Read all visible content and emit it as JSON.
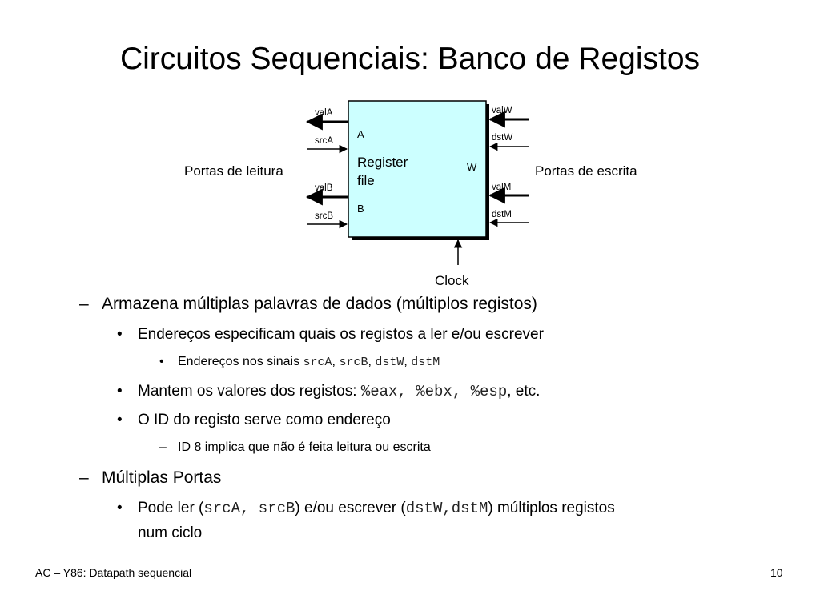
{
  "slide": {
    "title": "Circuitos Sequenciais: Banco de Registos"
  },
  "diagram": {
    "block_text_line1": "Register",
    "block_text_line2": "file",
    "port_a": "A",
    "port_b": "B",
    "port_w": "W",
    "left_signals": {
      "valA": "valA",
      "srcA": "srcA",
      "valB": "valB",
      "srcB": "srcB"
    },
    "right_signals": {
      "valW": "valW",
      "dstW": "dstW",
      "valM": "valM",
      "dstM": "dstM"
    },
    "read_ports_label": "Portas de leitura",
    "write_ports_label": "Portas de escrita",
    "clock_label": "Clock",
    "block_fill": "#ccffff"
  },
  "bullets": {
    "b1_dash": "–",
    "b1": "Armazena múltiplas palavras de dados (múltiplos registos)",
    "b2_dot": "•",
    "b2": "Endereços especificam quais os registos a ler e/ou escrever",
    "b3_dot": "•",
    "b3_text": "Endereços nos sinais ",
    "b3_c1": "srcA",
    "b3_s1": ", ",
    "b3_c2": "srcB",
    "b3_s2": ", ",
    "b3_c3": "dstW",
    "b3_s3": ", ",
    "b3_c4": "dstM",
    "b4_dot": "•",
    "b4_text": "Mantem os valores dos registos: ",
    "b4_code": "%eax, %ebx, %esp",
    "b4_tail": ", etc.",
    "b5_dot": "•",
    "b5": "O ID do registo serve como endereço",
    "b6_dash": "–",
    "b6": "ID 8 implica que não é feita leitura ou escrita",
    "b7_dash": "–",
    "b7": "Múltiplas Portas",
    "b8_dot": "•",
    "b8_t1": "Pode ler (",
    "b8_c1": "srcA, srcB",
    "b8_t2": ") e/ou escrever (",
    "b8_c2": "dstW,dstM",
    "b8_t3": ") múltiplos registos",
    "b8_line2": "num ciclo"
  },
  "footer": {
    "left": "AC – Y86: Datapath sequencial",
    "page": "10"
  }
}
